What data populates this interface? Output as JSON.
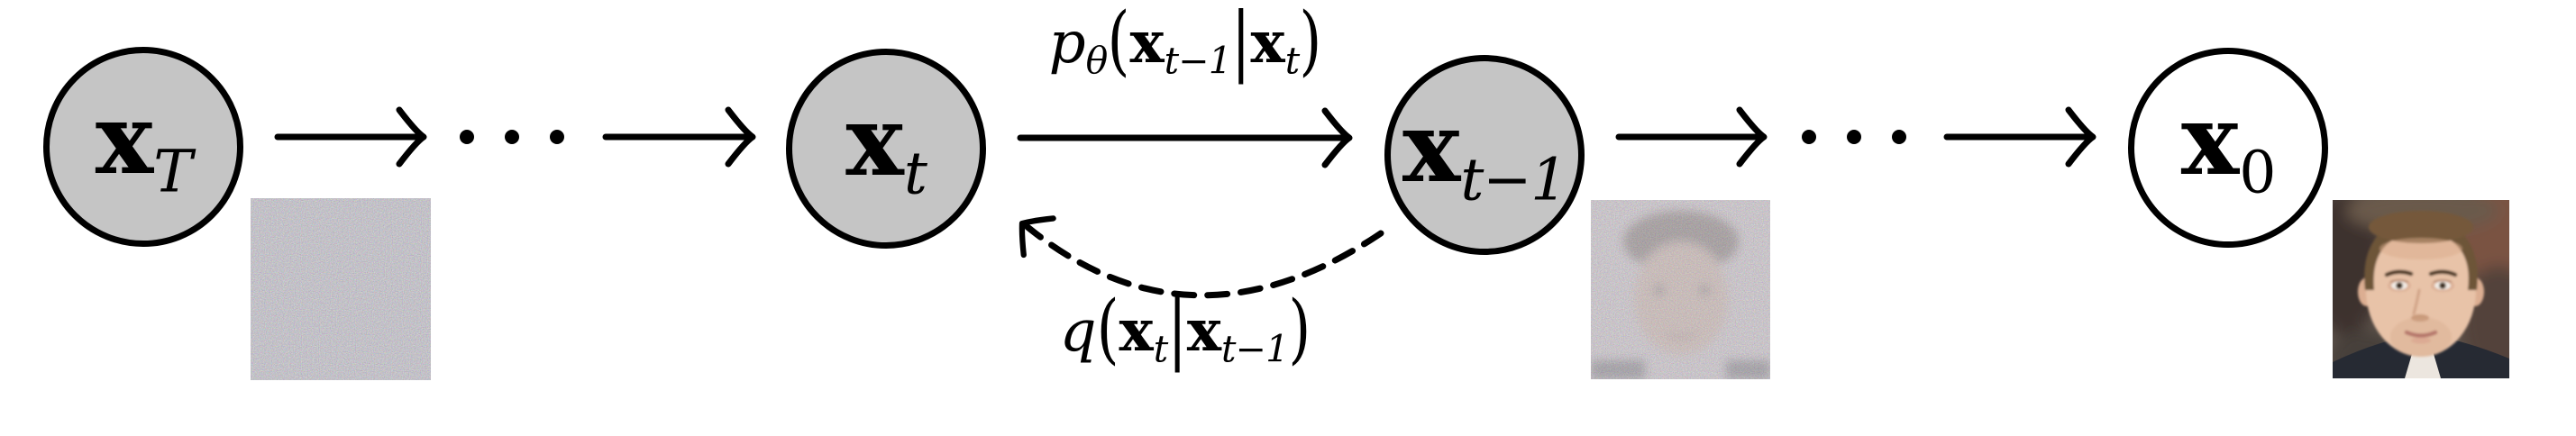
{
  "page": {
    "background": "#ffffff"
  },
  "diagram": {
    "colors": {
      "node_fill_noisy": "#c5c5c5",
      "node_fill_clean": "#ffffff",
      "node_stroke": "#000000",
      "edge_color": "#000000"
    },
    "ellipsis": "⋯",
    "nodes": [
      {
        "id": "x_T",
        "main": "x",
        "sub": "T",
        "fill": "#c5c5c5"
      },
      {
        "id": "x_t",
        "main": "x",
        "sub": "t",
        "fill": "#c5c5c5"
      },
      {
        "id": "x_t-1",
        "main": "x",
        "sub": "t−1",
        "fill": "#c5c5c5"
      },
      {
        "id": "x_0",
        "main": "x",
        "sub": "0",
        "fill": "#ffffff"
      }
    ],
    "edge_labels": {
      "reverse_process": {
        "fn": "p",
        "fn_sub": "θ",
        "open": "(",
        "arg1": "x",
        "arg1_sub": "t−1",
        "bar": "|",
        "arg2": "x",
        "arg2_sub": "t",
        "close": ")"
      },
      "forward_process": {
        "fn": "q",
        "open": "(",
        "arg1": "x",
        "arg1_sub": "t",
        "bar": "|",
        "arg2": "x",
        "arg2_sub": "t−1",
        "close": ")"
      }
    }
  }
}
